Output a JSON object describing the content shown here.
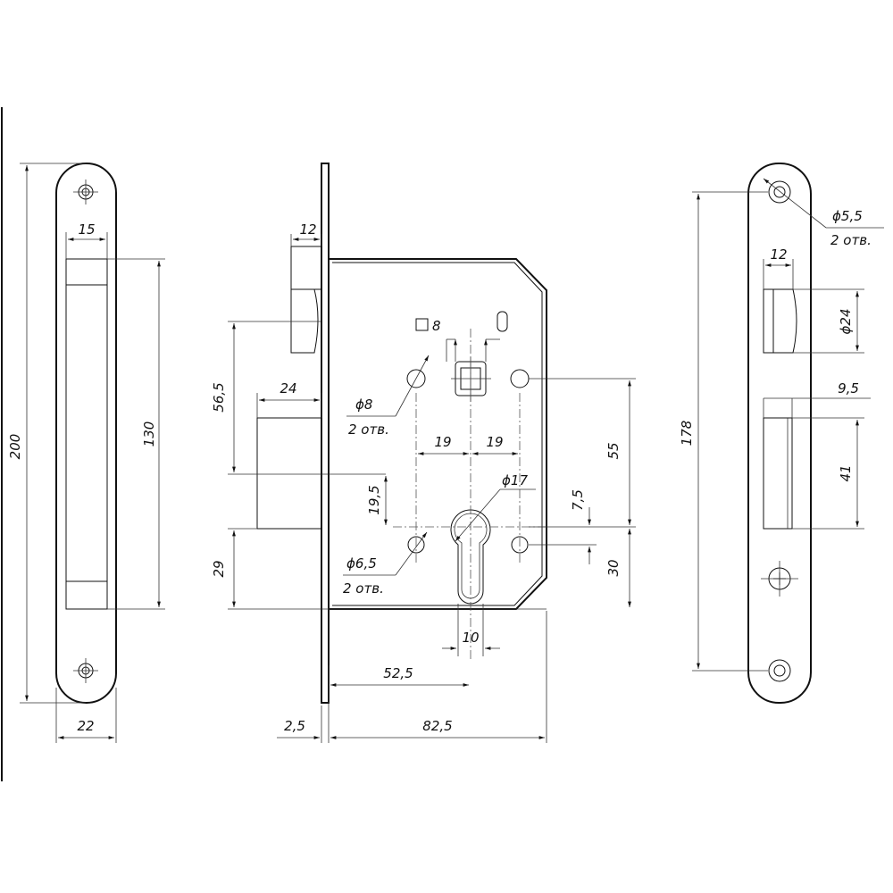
{
  "drawing": {
    "left_view": {
      "height_200": "200",
      "width_22": "22",
      "latch_width_15": "15",
      "height_130": "130"
    },
    "center_view": {
      "latch_12": "12",
      "dim_56_5": "56,5",
      "dim_24": "24",
      "dim_29": "29",
      "dim_19_5": "19,5",
      "spindle_square": "8",
      "hole_d8": "ϕ8",
      "hole_d8_qty": "2 отв.",
      "dim_19_left": "19",
      "dim_19_right": "19",
      "dim_55": "55",
      "cyl_d17": "ϕ17",
      "dim_7_5": "7,5",
      "hole_d6_5": "ϕ6,5",
      "hole_d6_5_qty": "2 отв.",
      "dim_30": "30",
      "slot_10": "10",
      "backset_52_5": "52,5",
      "plate_2_5": "2,5",
      "depth_82_5": "82,5"
    },
    "right_view": {
      "hole_d5_5": "ϕ5,5",
      "hole_d5_5_qty": "2 отв.",
      "latch_12": "12",
      "dim_24": "ϕ24",
      "dim_9_5": "9,5",
      "dim_41": "41",
      "height_178": "178"
    }
  }
}
